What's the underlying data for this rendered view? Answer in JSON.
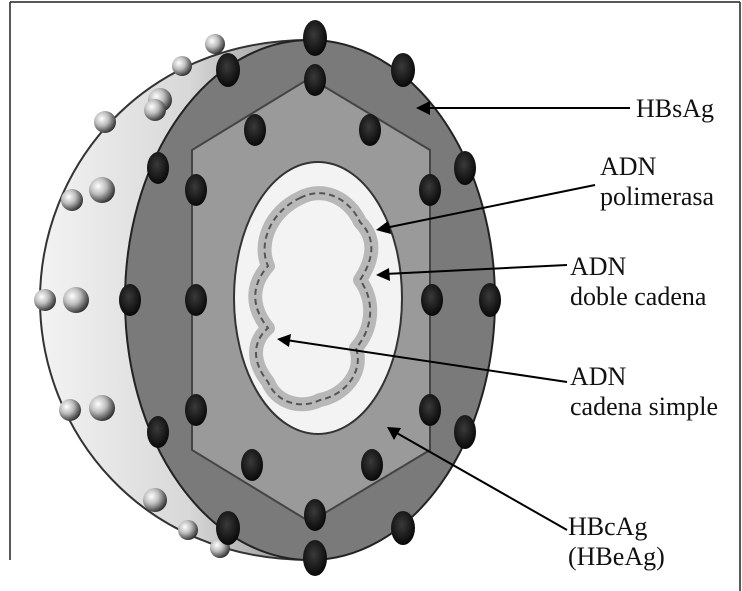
{
  "labels": {
    "hbsag": "HBsAg",
    "adn_polimerasa": [
      "ADN",
      "polimerasa"
    ],
    "adn_doble_cadena": [
      "ADN",
      "doble cadena"
    ],
    "adn_cadena_simple": [
      "ADN",
      "cadena simple"
    ],
    "hbcag": [
      "HBcAg",
      "(HBeAg)"
    ]
  },
  "colors": {
    "outer_shell": "#7a7a7a",
    "core_layer": "#9a9a9a",
    "inner_disc": "#f3f3f3",
    "spikes": "#111111"
  }
}
